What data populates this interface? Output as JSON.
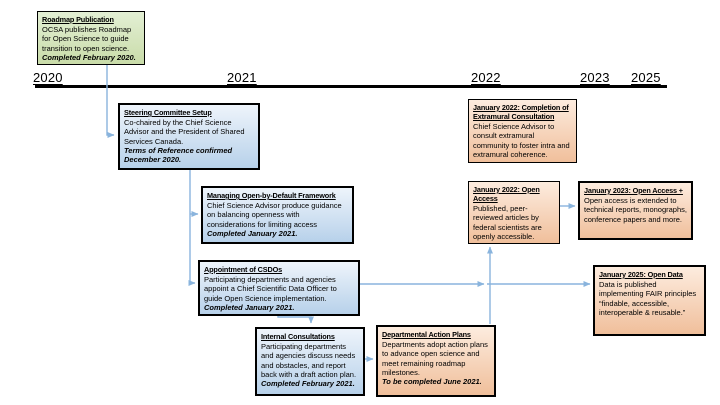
{
  "timeline": {
    "years": [
      "2020",
      "2021",
      "2022",
      "2023",
      "2025"
    ]
  },
  "boxes": {
    "roadmap_publication": {
      "title": "Roadmap Publication",
      "body": "OCSA publishes Roadmap for Open Science to guide transition to open science.",
      "status": "Completed February 2020."
    },
    "steering_committee": {
      "title": "Steering Committee Setup",
      "body": "Co-chaired by the Chief Science Advisor and the President of Shared Services Canada.",
      "status": "Terms of Reference confirmed December 2020."
    },
    "managing_framework": {
      "title": "Managing Open-by-Default Framework",
      "body": "Chief Science Advisor produce guidance on balancing openness with considerations for limiting access",
      "status": "Completed January 2021."
    },
    "appointment_csdos": {
      "title": "Appointment of CSDOs",
      "body": "Participating departments and agencies appoint a Chief Scientific Data Officer to guide Open Science implementation.",
      "status": "Completed January 2021."
    },
    "internal_consultations": {
      "title": "Internal Consultations",
      "body": "Participating departments and agencies discuss needs and obstacles, and report back with a draft action plan.",
      "status": "Completed February 2021."
    },
    "departmental_action_plans": {
      "title": "Departmental Action Plans",
      "body": "Departments adopt action plans to advance open science and meet remaining roadmap milestones.",
      "status": "To be completed June 2021."
    },
    "extramural_consultation": {
      "title": "January 2022: Completion of Extramural Consultation",
      "body": "Chief Science Advisor to consult extramural community to foster intra and extramural coherence.",
      "status": ""
    },
    "open_access_2022": {
      "title": "January 2022: Open Access",
      "body": "Published, peer-reviewed articles by federal scientists are openly accessible.",
      "status": ""
    },
    "open_access_plus_2023": {
      "title": "January 2023: Open Access +",
      "body": "Open access is extended to technical reports, monographs, conference papers and more.",
      "status": ""
    },
    "open_data_2025": {
      "title": "January 2025: Open Data",
      "body": "Data is published implementing FAIR principles “findable, accessible, interoperable & reusable.”",
      "status": ""
    }
  },
  "colors": {
    "green_fill": "#d5e4b8",
    "blue_fill": "#b7d1ea",
    "orange_fill": "#f0bf9b",
    "connector": "#8ab4dd",
    "border": "#000000"
  }
}
